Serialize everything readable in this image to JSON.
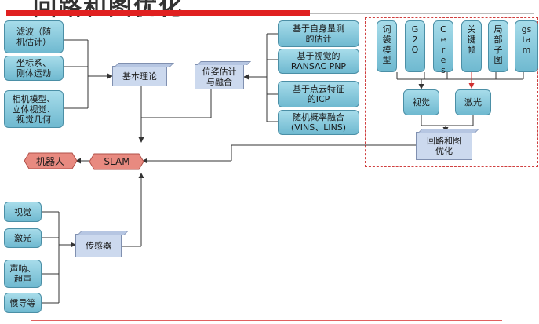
{
  "header": {
    "title": "回路和图优化"
  },
  "theory_inputs": [
    "滤波（随\n机估计）",
    "坐标系、\n刚体运动",
    "相机模型、\n立体视觉、\n视觉几何"
  ],
  "basic_theory": "基本理论",
  "pose_estimation": "位姿估计\n与融合",
  "pose_methods": [
    "基于自身量测\n的估计",
    "基于视觉的\nRANSAC PNP",
    "基于点云特征\n的ICP",
    "随机概率融合\n(VINS、LINS)"
  ],
  "loop_inputs": [
    "词\n袋\n模\n型",
    "G\n2\nO",
    "C\ne\nr\ne\ns",
    "关\n键\n帧",
    "局\n部\n子\n图",
    "gs\nta\nm"
  ],
  "vision_node": "视觉",
  "laser_node": "激光",
  "loop_opt": "回路和图\n优化",
  "slam": "SLAM",
  "robot": "机器人",
  "sensors": "传感器",
  "sensor_inputs": [
    "视觉",
    "激光",
    "声呐、\n超声",
    "惯导等"
  ],
  "colors": {
    "red": "#e02020",
    "teal_box": "#8ecbe0",
    "node_fill": "#ccd9ee",
    "pentagon": "#e88a80"
  }
}
